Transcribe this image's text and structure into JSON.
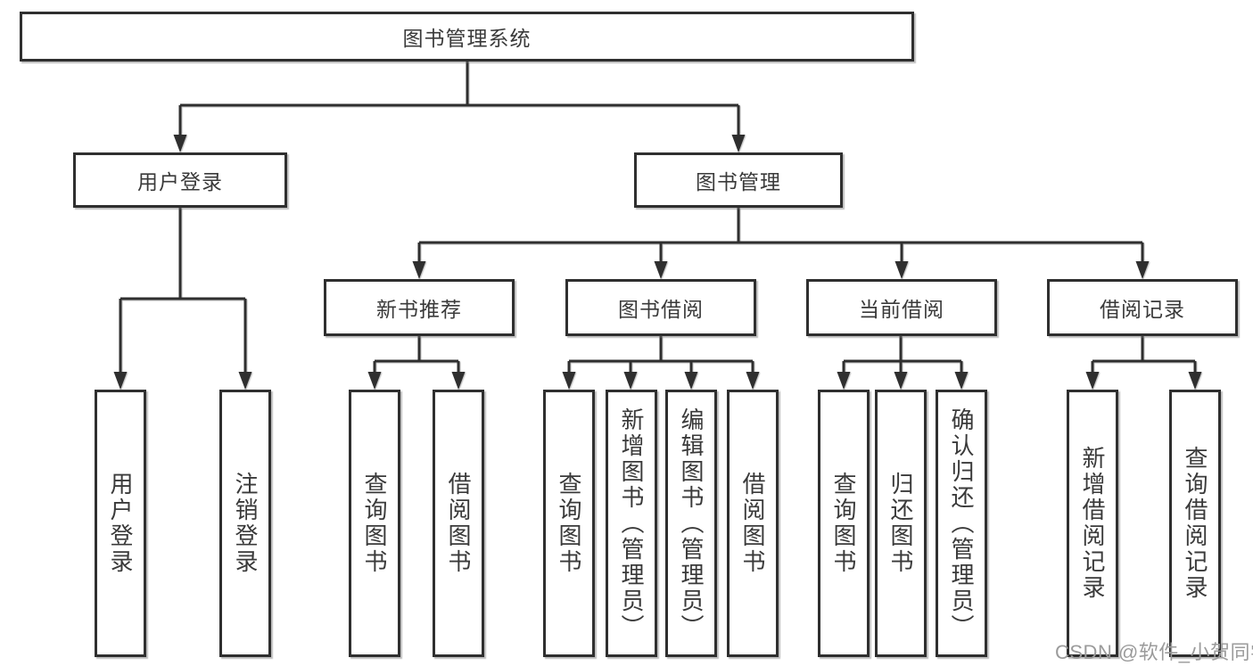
{
  "diagram": {
    "type": "hierarchy-tree",
    "title": "图书管理系统"
  },
  "colors": {
    "background": "#ffffff",
    "line": "#2f2f2f",
    "box_border": "#2f2f2f",
    "box_fill": "#ffffff",
    "text": "#3a3a3a",
    "watermark": "#9b9b9b"
  },
  "nodes": {
    "root": {
      "id": "library-management-system",
      "label": "图书管理系统"
    },
    "level1": [
      {
        "id": "user-login",
        "label": "用户登录",
        "parent": "library-management-system"
      },
      {
        "id": "book-management",
        "label": "图书管理",
        "parent": "library-management-system"
      }
    ],
    "level2": [
      {
        "id": "new-book-recommend",
        "label": "新书推荐",
        "parent": "book-management"
      },
      {
        "id": "book-borrow",
        "label": "图书借阅",
        "parent": "book-management"
      },
      {
        "id": "current-borrow",
        "label": "当前借阅",
        "parent": "book-management"
      },
      {
        "id": "borrow-records",
        "label": "借阅记录",
        "parent": "book-management"
      }
    ],
    "leaves": [
      {
        "id": "leaf-user-login",
        "label": "用户登录",
        "parent": "user-login"
      },
      {
        "id": "leaf-logout",
        "label": "注销登录",
        "parent": "user-login"
      },
      {
        "id": "leaf-query-book-recommend",
        "label": "查询图书",
        "parent": "new-book-recommend"
      },
      {
        "id": "leaf-borrow-book-recommend",
        "label": "借阅图书",
        "parent": "new-book-recommend"
      },
      {
        "id": "leaf-query-book-borrow",
        "label": "查询图书",
        "parent": "book-borrow"
      },
      {
        "id": "leaf-add-book-admin",
        "label": "新增图书（管理员）",
        "parent": "book-borrow"
      },
      {
        "id": "leaf-edit-book-admin",
        "label": "编辑图书（管理员）",
        "parent": "book-borrow"
      },
      {
        "id": "leaf-borrow-book",
        "label": "借阅图书",
        "parent": "book-borrow"
      },
      {
        "id": "leaf-query-book-current",
        "label": "查询图书",
        "parent": "current-borrow"
      },
      {
        "id": "leaf-return-book",
        "label": "归还图书",
        "parent": "current-borrow"
      },
      {
        "id": "leaf-confirm-return-admin",
        "label": "确认归还（管理员）",
        "parent": "current-borrow"
      },
      {
        "id": "leaf-add-borrow-record",
        "label": "新增借阅记录",
        "parent": "borrow-records"
      },
      {
        "id": "leaf-query-borrow-record",
        "label": "查询借阅记录",
        "parent": "borrow-records"
      }
    ]
  },
  "watermark": {
    "text": "CSDN @软件_小贺同学"
  }
}
